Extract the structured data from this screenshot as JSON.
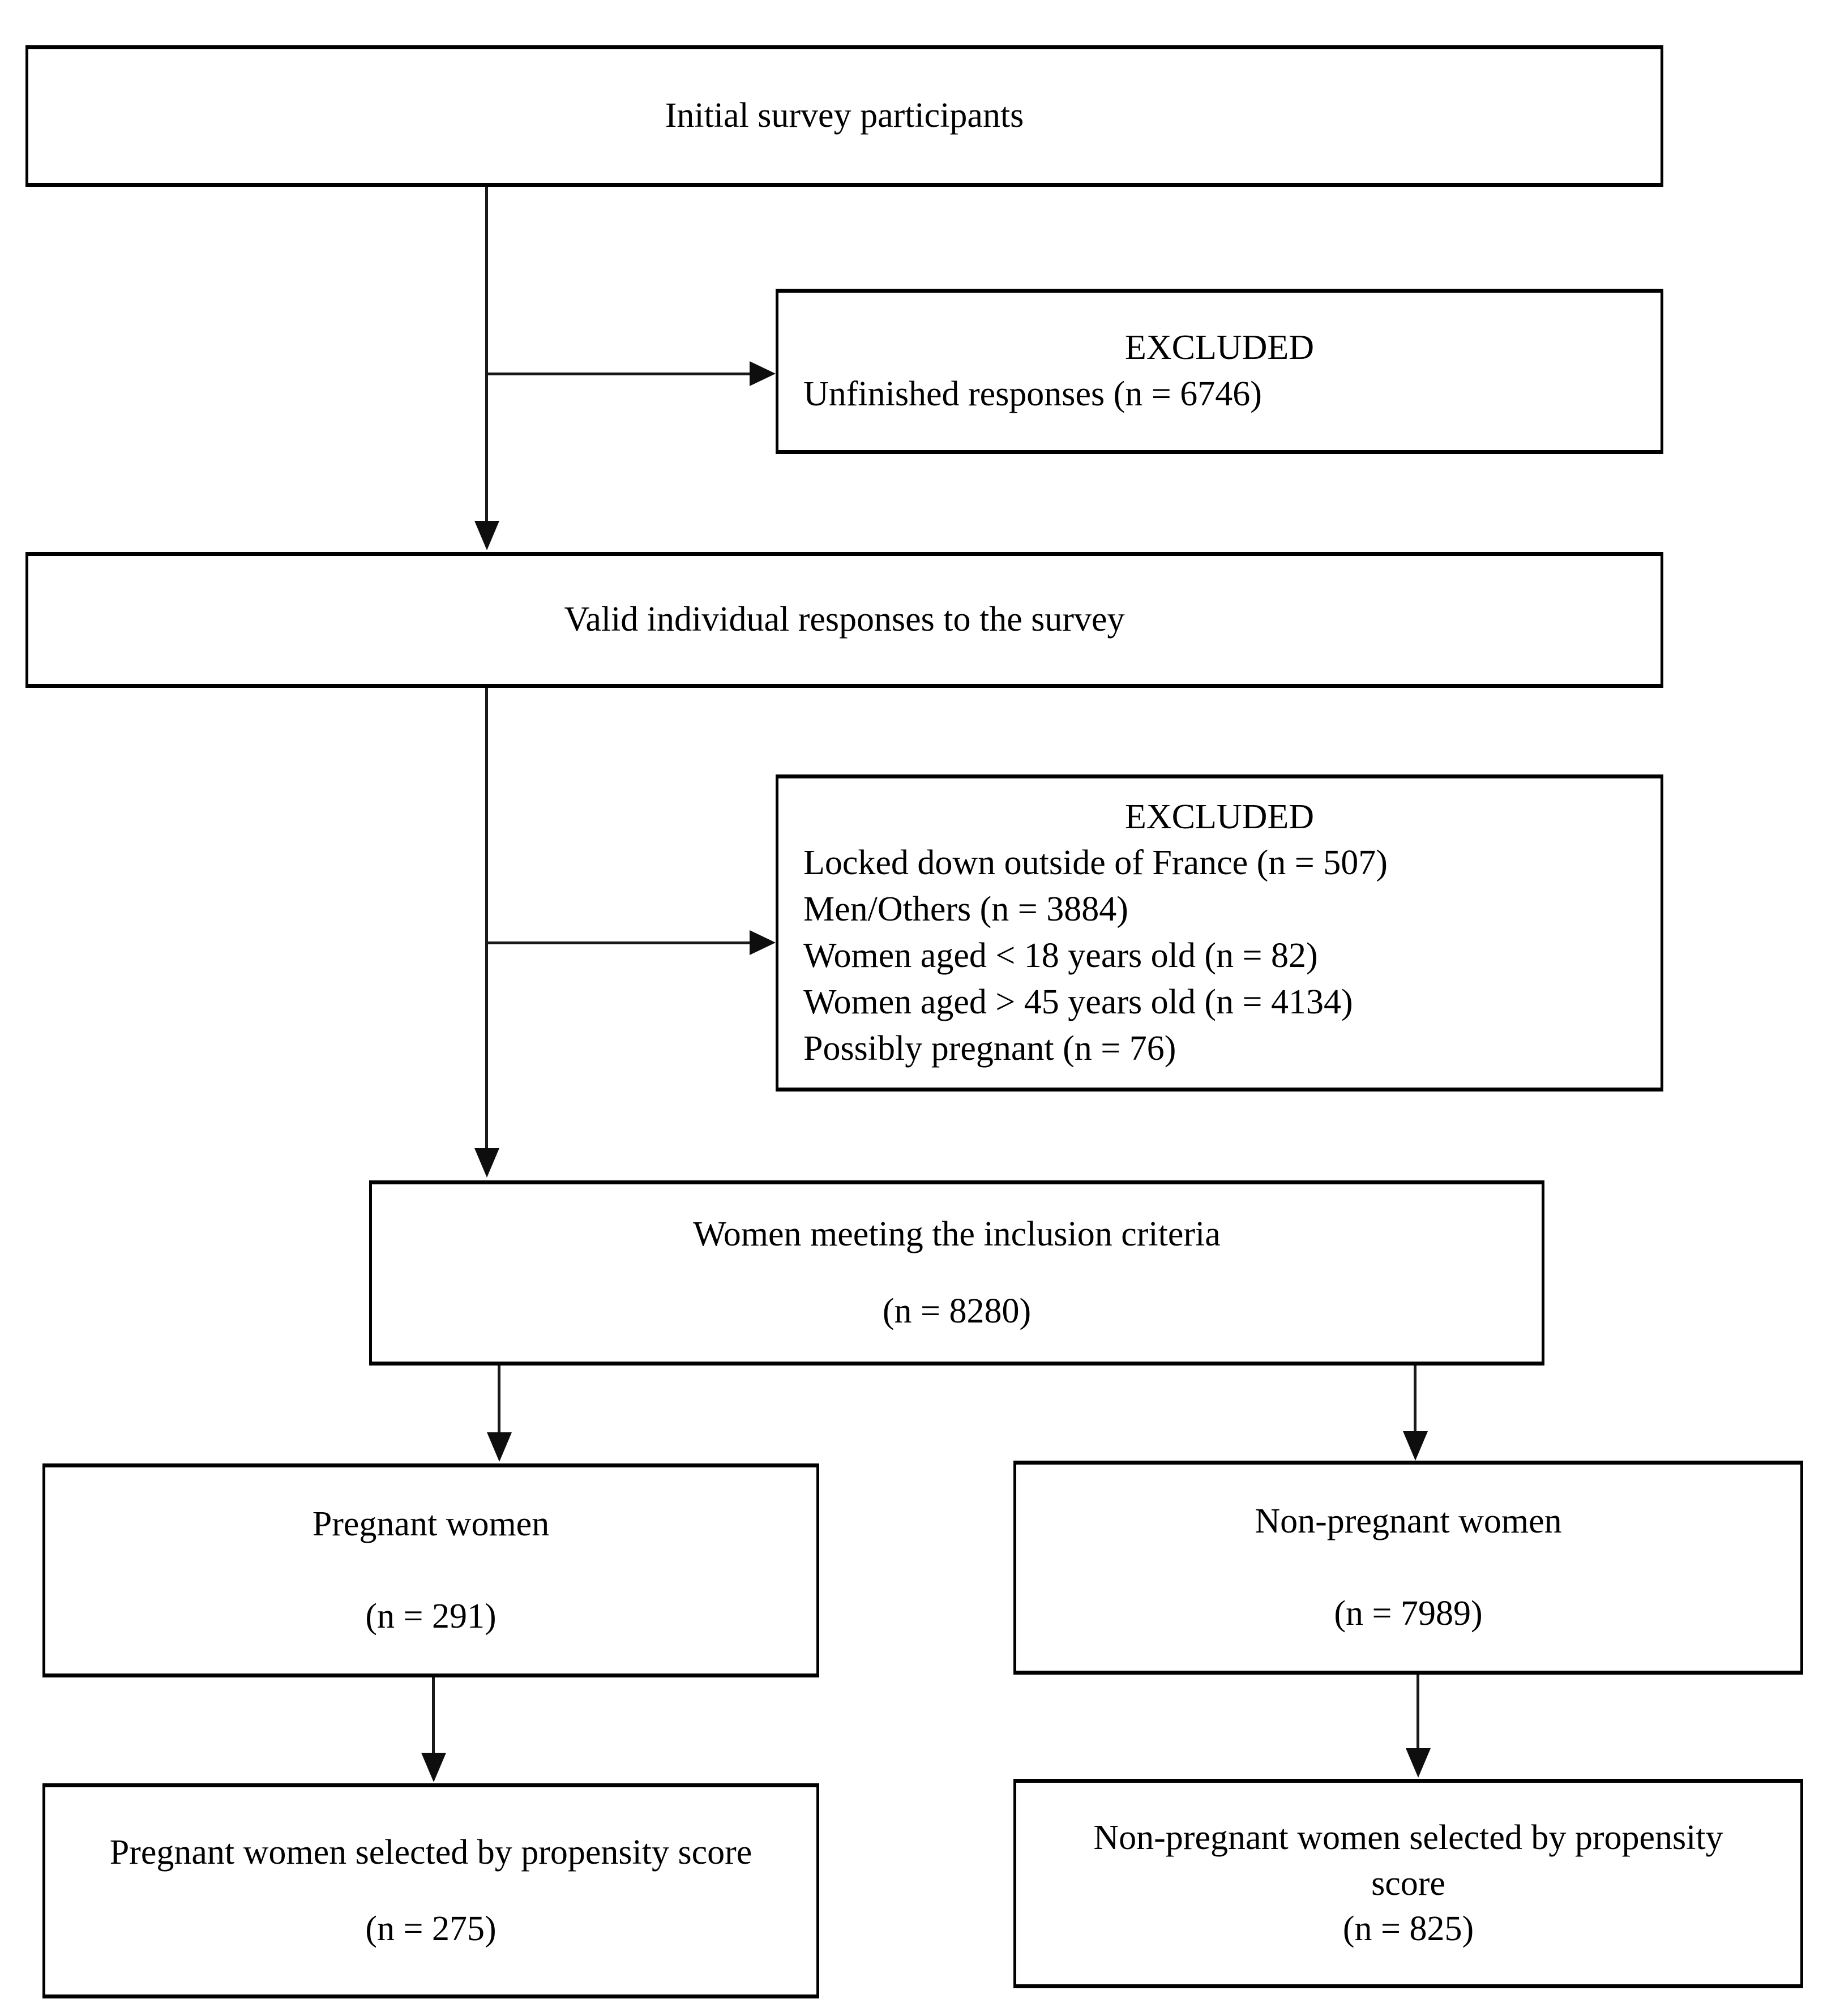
{
  "figure": {
    "background_color": "#ffffff",
    "border_color": "#000000",
    "text_color": "#000000"
  },
  "flowchart": {
    "initial": {
      "title": "Initial survey participants"
    },
    "excluded_unfinished": {
      "heading": "EXCLUDED",
      "items": [
        "Unfinished responses (n = 6746)"
      ]
    },
    "valid": {
      "title": "Valid individual responses to the survey"
    },
    "excluded_criteria": {
      "heading": "EXCLUDED",
      "items": [
        "Locked down outside of France (n = 507)",
        "Men/Others (n = 3884)",
        "Women aged < 18 years old (n = 82)",
        "Women aged > 45 years old (n = 4134)",
        "Possibly pregnant (n = 76)"
      ]
    },
    "inclusion": {
      "title": "Women meeting the inclusion criteria",
      "n": "(n = 8280)"
    },
    "pregnant": {
      "title": "Pregnant women",
      "n": "(n = 291)"
    },
    "non_pregnant": {
      "title": "Non-pregnant women",
      "n": "(n = 7989)"
    },
    "pregnant_selected": {
      "title": "Pregnant women selected by propensity score",
      "n": "(n = 275)"
    },
    "non_pregnant_selected": {
      "title_line1": "Non-pregnant women selected by propensity",
      "title_line2": "score",
      "n": "(n = 825)"
    }
  }
}
